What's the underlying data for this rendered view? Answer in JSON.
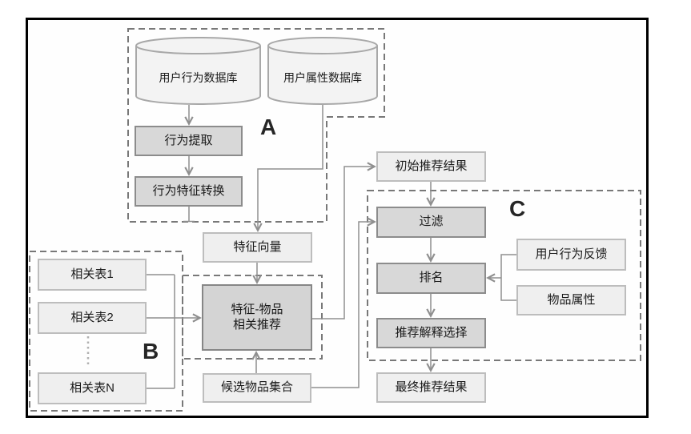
{
  "diagram_title": "recommendation-pipeline-flowchart",
  "colors": {
    "process_fill": "#d8d8d8",
    "process_border": "#8c8c8c",
    "data_fill": "#efefef",
    "data_border": "#bdbdbd",
    "cylinder_fill": "#f3f3f3",
    "cylinder_border": "#a8a8a8",
    "connector": "#8f8f8f",
    "dashed_outline": "#787878",
    "outer_border": "#000000"
  },
  "groups": {
    "a": {
      "label": "A"
    },
    "b": {
      "label": "B"
    },
    "c": {
      "label": "C"
    }
  },
  "cylinders": {
    "user_behavior_db": {
      "label": "用户行为数据库"
    },
    "user_attribute_db": {
      "label": "用户属性数据库"
    }
  },
  "nodes": {
    "behavior_extraction": {
      "label": "行为提取"
    },
    "behavior_feature_conversion": {
      "label": "行为特征转换"
    },
    "feature_vector": {
      "label": "特征向量"
    },
    "feature_item_recommendation": {
      "label_line1": "特征-物品",
      "label_line2": "相关推荐"
    },
    "related_table_1": {
      "label": "相关表1"
    },
    "related_table_2": {
      "label": "相关表2"
    },
    "related_table_n": {
      "label": "相关表N"
    },
    "candidate_item_set": {
      "label": "候选物品集合"
    },
    "initial_recommendation_result": {
      "label": "初始推荐结果"
    },
    "filter": {
      "label": "过滤"
    },
    "ranking": {
      "label": "排名"
    },
    "explanation_selection": {
      "label": "推荐解释选择"
    },
    "final_recommendation_result": {
      "label": "最终推荐结果"
    },
    "user_behavior_feedback": {
      "label": "用户行为反馈"
    },
    "item_attributes": {
      "label": "物品属性"
    }
  }
}
